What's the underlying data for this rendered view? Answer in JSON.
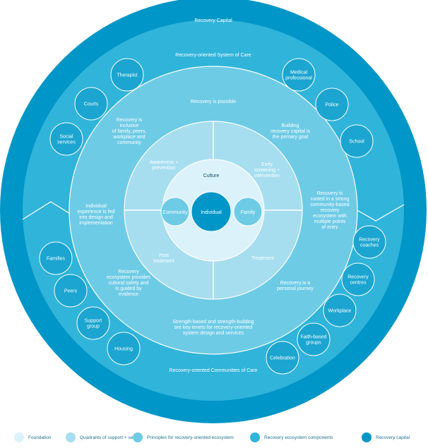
{
  "rings": {
    "outer": "Recovery Capital",
    "system_of_care": "Recovery-oriented System of Care",
    "communities_of_care": "Recovery-oriented Communities of Care",
    "principles_title": "Recovery is possible"
  },
  "components": [
    "Therapist",
    "Medical professional",
    "Courts",
    "Police",
    "Social services",
    "School",
    "Recovery coaches",
    "Families",
    "Recovery centres",
    "Peers",
    "Workplace",
    "Support group",
    "Faith-based groups",
    "Housing",
    "Celebration"
  ],
  "principles": {
    "inclusive": "Recovery is inclusive of family, peers, workplace and community",
    "capital_goal": "Building recovery capital is the primary goal",
    "individual_experience": "Individual experience is fed into design and implementation",
    "community_based": "Recovery is rooted in a strong community-based recovery ecosystem with multiple points of entry",
    "cultural_safety": "Recovery ecosystem provides cultural safety and is guided by evidence",
    "personal_journey": "Recovery is a personal journey",
    "strength_based": "Strength-based and strength-building are key tenets for recovery-oriented system design and services"
  },
  "quadrants": {
    "awareness": "Awareness + prevention",
    "early_screening": "Early screening + intervention",
    "post_treatment": "Post treatment",
    "treatment": "Treatment"
  },
  "foundation": {
    "culture": "Culture",
    "community": "Community",
    "individual": "Individual",
    "family": "Family"
  },
  "legend": [
    {
      "label": "Foundation",
      "color": "#dcf2fa"
    },
    {
      "label": "Quadrants of support + service",
      "color": "#a6def0"
    },
    {
      "label": "Principles for recovery-oriented ecosystem",
      "color": "#6ecbe6"
    },
    {
      "label": "Recovery ecosystem components",
      "color": "#30b4da"
    },
    {
      "label": "Recovery capital",
      "color": "#0096c7"
    }
  ],
  "colors": {
    "recovery_capital": "#0096c7",
    "components": "#30b4da",
    "principles": "#6ecbe6",
    "quadrants": "#a6def0",
    "foundation": "#dcf2fa",
    "bubble": "#1ba5d0"
  }
}
